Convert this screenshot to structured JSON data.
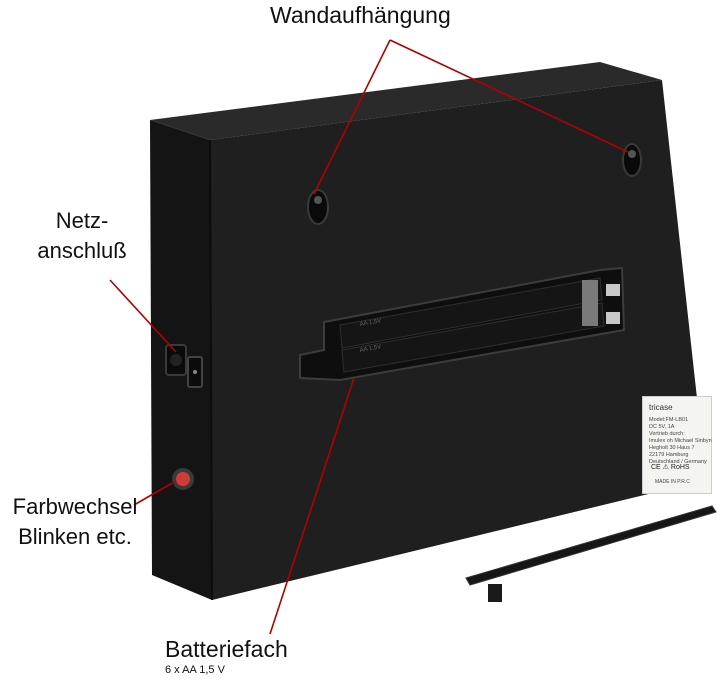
{
  "callouts": {
    "wall_mount": "Wandaufhängung",
    "power_line1": "Netz-",
    "power_line2": "anschluß",
    "color_line1": "Farbwechsel",
    "color_line2": "Blinken etc.",
    "battery": "Batteriefach",
    "battery_sub": "6 x AA 1,5 V"
  },
  "label_plate": {
    "brand": "tricase",
    "lines": "Model:FM-LB01\nDC 5V, 1A\nVertrieb durch:\nImulex oh Michael Sinbyn\nHegholt 30 Haus 7\n22179 Hamburg\nDeutschland / Germany",
    "marks": "CE  ⚠  RoHS",
    "made_in": "MADE IN P.R.C"
  },
  "battery_markings": [
    "AA 1,5V",
    "AA 1,5V"
  ],
  "colors": {
    "callout_line": "#b00000",
    "box_body": "#1e1e1e",
    "button": "#d23a3a"
  }
}
